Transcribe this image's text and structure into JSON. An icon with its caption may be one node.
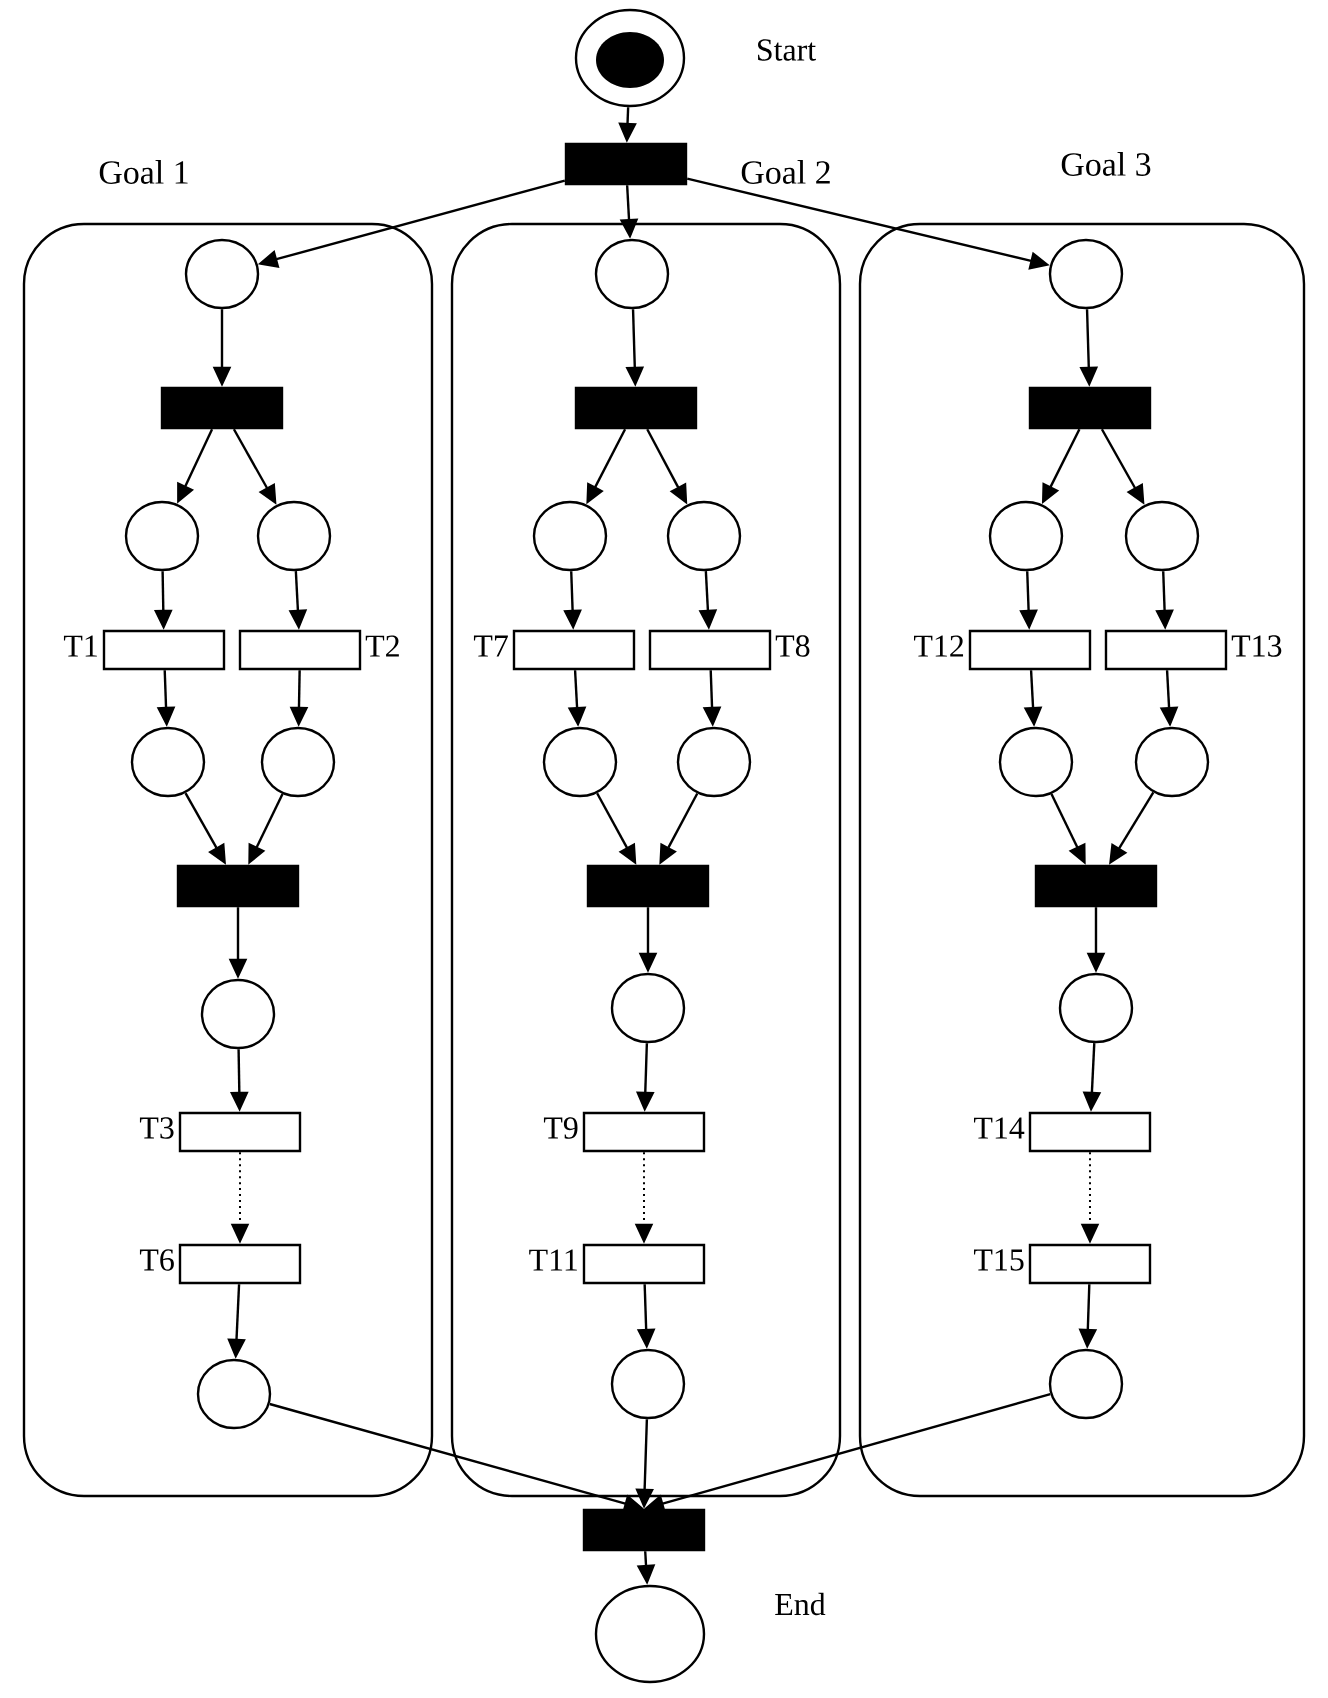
{
  "diagram": {
    "nodes": [
      {
        "text": [],
        "shape": "circle",
        "beside": [
          "Start"
        ]
      },
      {
        "text": [],
        "shape": "bar"
      },
      {
        "text": [
          "Goal 1"
        ]
      },
      {
        "text": [
          "Goal 2"
        ]
      },
      {
        "text": [
          "Goal 3"
        ]
      },
      {
        "text": [],
        "shape": "circle",
        "in": 2
      },
      {
        "text": [],
        "shape": "bar",
        "in": 2
      },
      {
        "text": [],
        "shape": "circle",
        "in": 2
      },
      {
        "text": [],
        "shape": "circle",
        "in": 2
      },
      {
        "text": [],
        "shape": "box",
        "in": 2,
        "beside": [
          "T1"
        ]
      },
      {
        "text": [],
        "shape": "box",
        "in": 2,
        "beside": [
          "T2"
        ]
      },
      {
        "text": [],
        "shape": "circle",
        "in": 2
      },
      {
        "text": [],
        "shape": "circle",
        "in": 2
      },
      {
        "text": [],
        "shape": "bar",
        "in": 2
      },
      {
        "text": [],
        "shape": "circle",
        "in": 2
      },
      {
        "text": [],
        "shape": "box",
        "in": 2,
        "beside": [
          "T3"
        ]
      },
      {
        "text": [],
        "shape": "box",
        "in": 2,
        "beside": [
          "T6"
        ]
      },
      {
        "text": [],
        "shape": "circle",
        "in": 2
      },
      {
        "text": [],
        "shape": "circle",
        "in": 3
      },
      {
        "text": [],
        "shape": "bar",
        "in": 3
      },
      {
        "text": [],
        "shape": "circle",
        "in": 3
      },
      {
        "text": [],
        "shape": "circle",
        "in": 3
      },
      {
        "text": [],
        "shape": "box",
        "in": 3,
        "beside": [
          "T7"
        ]
      },
      {
        "text": [],
        "shape": "box",
        "in": 3,
        "beside": [
          "T8"
        ]
      },
      {
        "text": [],
        "shape": "circle",
        "in": 3
      },
      {
        "text": [],
        "shape": "circle",
        "in": 3
      },
      {
        "text": [],
        "shape": "bar",
        "in": 3
      },
      {
        "text": [],
        "shape": "circle",
        "in": 3
      },
      {
        "text": [],
        "shape": "box",
        "in": 3,
        "beside": [
          "T9"
        ]
      },
      {
        "text": [],
        "shape": "box",
        "in": 3,
        "beside": [
          "T11"
        ]
      },
      {
        "text": [],
        "shape": "circle",
        "in": 3
      },
      {
        "text": [],
        "shape": "circle",
        "in": 4
      },
      {
        "text": [],
        "shape": "bar",
        "in": 4
      },
      {
        "text": [],
        "shape": "circle",
        "in": 4
      },
      {
        "text": [],
        "shape": "circle",
        "in": 4
      },
      {
        "text": [],
        "shape": "box",
        "in": 4,
        "beside": [
          "T12"
        ]
      },
      {
        "text": [],
        "shape": "box",
        "in": 4,
        "beside": [
          "T13"
        ]
      },
      {
        "text": [],
        "shape": "circle",
        "in": 4
      },
      {
        "text": [],
        "shape": "circle",
        "in": 4
      },
      {
        "text": [],
        "shape": "bar",
        "in": 4
      },
      {
        "text": [],
        "shape": "circle",
        "in": 4
      },
      {
        "text": [],
        "shape": "box",
        "in": 4,
        "beside": [
          "T14"
        ]
      },
      {
        "text": [],
        "shape": "box",
        "in": 4,
        "beside": [
          "T15"
        ]
      },
      {
        "text": [],
        "shape": "circle",
        "in": 4
      },
      {
        "text": [],
        "shape": "bar"
      },
      {
        "text": [],
        "shape": "circle",
        "beside": [
          "End"
        ]
      }
    ],
    "edges": [
      {
        "from": 0,
        "to": 1,
        "arrow": "to"
      },
      {
        "from": 1,
        "to": 5,
        "arrow": "to"
      },
      {
        "from": 1,
        "to": 18,
        "arrow": "to"
      },
      {
        "from": 1,
        "to": 31,
        "arrow": "to"
      },
      {
        "from": 5,
        "to": 6,
        "arrow": "to"
      },
      {
        "from": 6,
        "to": 7,
        "arrow": "to"
      },
      {
        "from": 6,
        "to": 8,
        "arrow": "to"
      },
      {
        "from": 7,
        "to": 9,
        "arrow": "to"
      },
      {
        "from": 8,
        "to": 10,
        "arrow": "to"
      },
      {
        "from": 9,
        "to": 11,
        "arrow": "to"
      },
      {
        "from": 10,
        "to": 12,
        "arrow": "to"
      },
      {
        "from": 11,
        "to": 13,
        "arrow": "to"
      },
      {
        "from": 12,
        "to": 13,
        "arrow": "to"
      },
      {
        "from": 13,
        "to": 14,
        "arrow": "to"
      },
      {
        "from": 14,
        "to": 15,
        "arrow": "to"
      },
      {
        "from": 15,
        "to": 16,
        "arrow": "to",
        "style": "dashed"
      },
      {
        "from": 16,
        "to": 17,
        "arrow": "to"
      },
      {
        "from": 17,
        "to": 44,
        "arrow": "to"
      },
      {
        "from": 18,
        "to": 19,
        "arrow": "to"
      },
      {
        "from": 19,
        "to": 20,
        "arrow": "to"
      },
      {
        "from": 19,
        "to": 21,
        "arrow": "to"
      },
      {
        "from": 20,
        "to": 22,
        "arrow": "to"
      },
      {
        "from": 21,
        "to": 23,
        "arrow": "to"
      },
      {
        "from": 22,
        "to": 24,
        "arrow": "to"
      },
      {
        "from": 23,
        "to": 25,
        "arrow": "to"
      },
      {
        "from": 24,
        "to": 26,
        "arrow": "to"
      },
      {
        "from": 25,
        "to": 26,
        "arrow": "to"
      },
      {
        "from": 26,
        "to": 27,
        "arrow": "to"
      },
      {
        "from": 27,
        "to": 28,
        "arrow": "to"
      },
      {
        "from": 28,
        "to": 29,
        "arrow": "to",
        "style": "dashed"
      },
      {
        "from": 29,
        "to": 30,
        "arrow": "to"
      },
      {
        "from": 30,
        "to": 44,
        "arrow": "to"
      },
      {
        "from": 31,
        "to": 32,
        "arrow": "to"
      },
      {
        "from": 32,
        "to": 33,
        "arrow": "to"
      },
      {
        "from": 32,
        "to": 34,
        "arrow": "to"
      },
      {
        "from": 33,
        "to": 35,
        "arrow": "to"
      },
      {
        "from": 34,
        "to": 36,
        "arrow": "to"
      },
      {
        "from": 35,
        "to": 37,
        "arrow": "to"
      },
      {
        "from": 36,
        "to": 38,
        "arrow": "to"
      },
      {
        "from": 37,
        "to": 39,
        "arrow": "to"
      },
      {
        "from": 38,
        "to": 39,
        "arrow": "to"
      },
      {
        "from": 39,
        "to": 40,
        "arrow": "to"
      },
      {
        "from": 40,
        "to": 41,
        "arrow": "to"
      },
      {
        "from": 41,
        "to": 42,
        "arrow": "to",
        "style": "dashed"
      },
      {
        "from": 42,
        "to": 43,
        "arrow": "to"
      },
      {
        "from": 43,
        "to": 44,
        "arrow": "to"
      },
      {
        "from": 44,
        "to": 45,
        "arrow": "to"
      }
    ]
  }
}
